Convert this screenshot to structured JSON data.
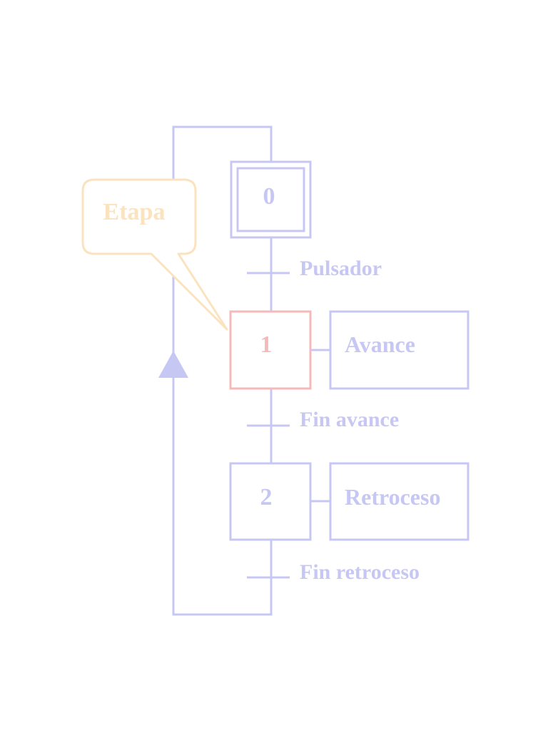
{
  "colors": {
    "lines": "#c7c7f4",
    "highlight": "#f6b9b9",
    "callout": "#fbe3bf",
    "background": "#ffffff"
  },
  "steps": [
    {
      "number": "0",
      "initial": true
    },
    {
      "number": "1",
      "highlighted": true,
      "action": "Avance"
    },
    {
      "number": "2",
      "action": "Retroceso"
    }
  ],
  "transitions": [
    {
      "label": "Pulsador"
    },
    {
      "label": "Fin avance"
    },
    {
      "label": "Fin retroceso"
    }
  ],
  "callout": {
    "label": "Etapa",
    "icon": "speech-callout-icon"
  },
  "loop_arrow": {
    "icon": "up-arrow-icon"
  }
}
